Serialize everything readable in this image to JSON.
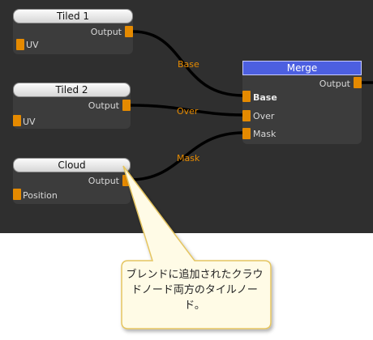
{
  "nodes": {
    "tiled1": {
      "title": "Tiled 1",
      "output_label": "Output",
      "input_label": "UV"
    },
    "tiled2": {
      "title": "Tiled 2",
      "output_label": "Output",
      "input_label": "UV"
    },
    "cloud": {
      "title": "Cloud",
      "output_label": "Output",
      "input_label": "Position"
    },
    "merge": {
      "title": "Merge",
      "output_label": "Output",
      "inputs": [
        "Base",
        "Over",
        "Mask"
      ]
    }
  },
  "wires": {
    "base_label": "Base",
    "over_label": "Over",
    "mask_label": "Mask"
  },
  "callout": {
    "text": "ブレンドに追加されたクラウドノード両方のタイルノード。"
  },
  "colors": {
    "canvas": "#2f2f2f",
    "node_body": "#3c3c3c",
    "port": "#e58a00",
    "merge_header": "#4c5fe0",
    "wire": "#000000",
    "callout_fill": "#fffbe6",
    "callout_border": "#e5c560"
  }
}
